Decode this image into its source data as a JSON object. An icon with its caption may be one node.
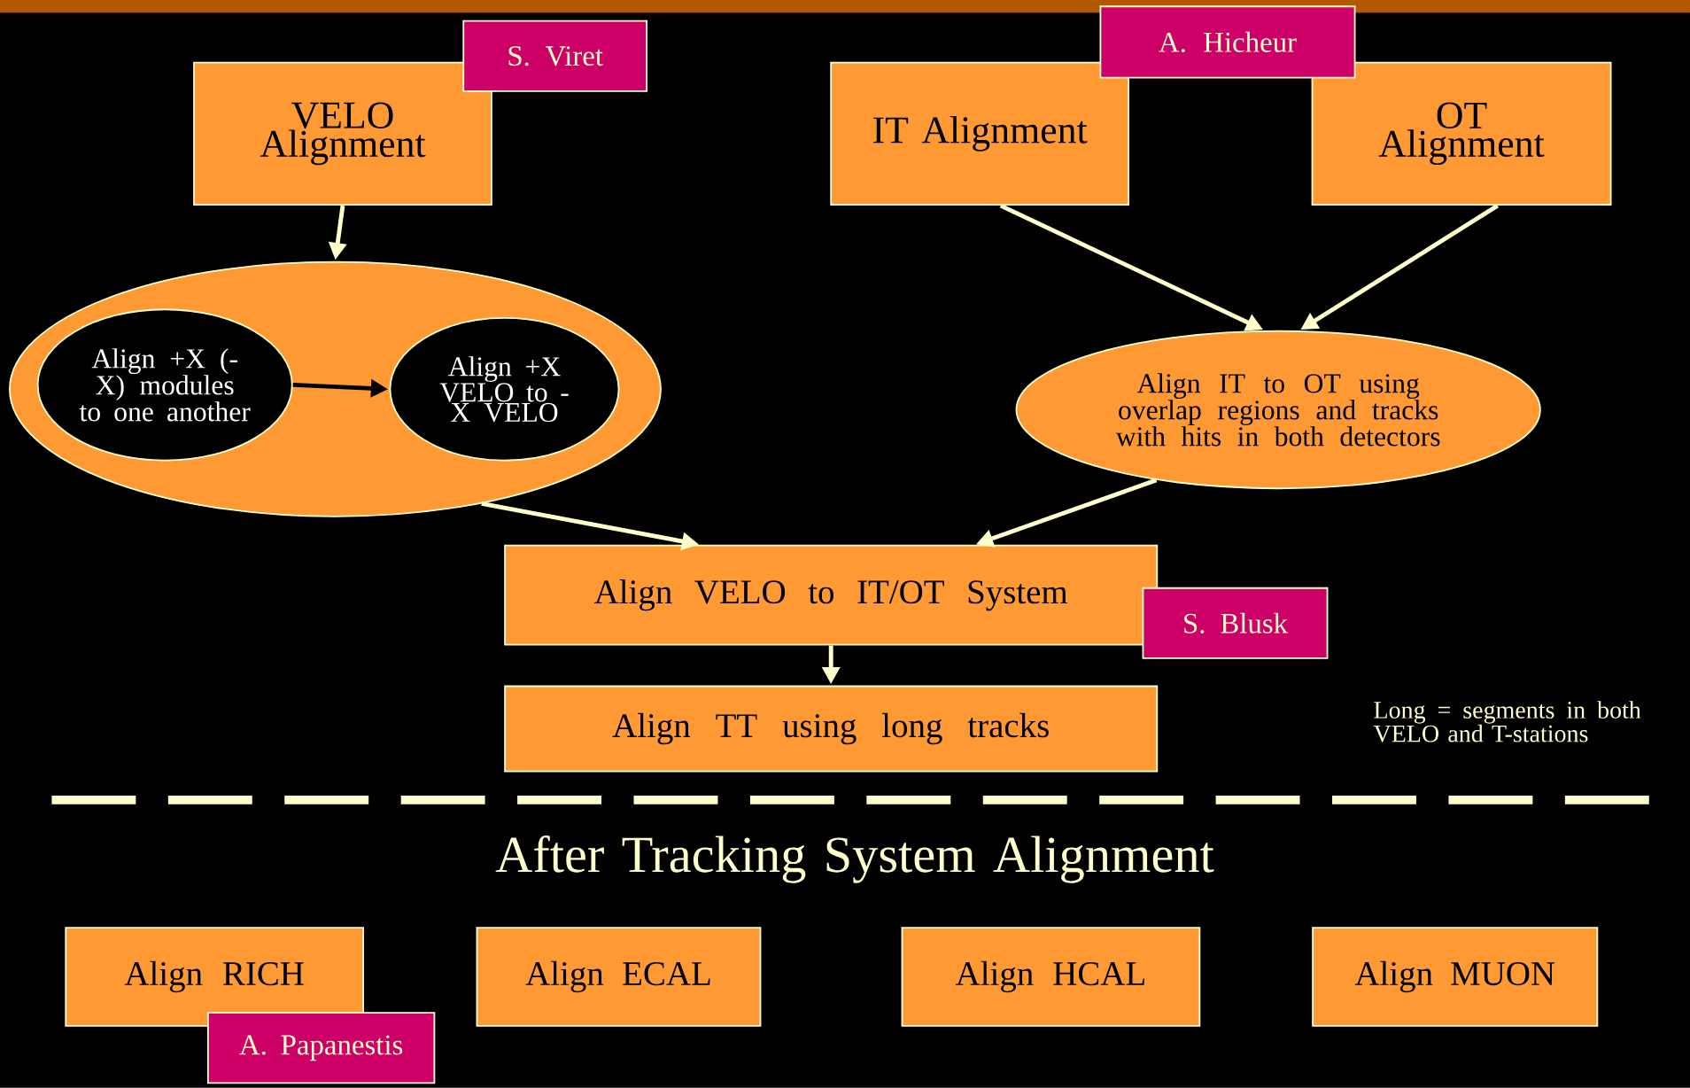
{
  "diagram": {
    "nodes": [
      {
        "text": [
          "VELO Alignment"
        ]
      },
      {
        "text": [
          "S. Viret"
        ]
      },
      {
        "text": [
          "IT Alignment"
        ]
      },
      {
        "text": [
          "A. Hicheur"
        ]
      },
      {
        "text": [
          "OT Alignment"
        ]
      },
      {
        "text": [],
        "shape": "ellipse"
      },
      {
        "text": [
          "Align +X (-X) modules to one another"
        ],
        "in": 5
      },
      {
        "text": [
          "Align +X VELO to -X VELO"
        ],
        "in": 5
      },
      {
        "text": [
          "Align IT to OT using overlap regions and tracks with hits in both detectors"
        ]
      },
      {
        "text": [
          "Align VELO to IT/OT System"
        ]
      },
      {
        "text": [
          "S. Blusk"
        ]
      },
      {
        "text": [
          "Align TT using long tracks"
        ]
      },
      {
        "text": [
          "Align RICH"
        ]
      },
      {
        "text": [
          "A. Papanestis"
        ]
      },
      {
        "text": [
          "Align ECAL"
        ]
      },
      {
        "text": [
          "Align HCAL"
        ]
      },
      {
        "text": [
          "Align MUON"
        ]
      }
    ],
    "edges": [
      {
        "from": 0,
        "to": 5,
        "arrow": "to"
      },
      {
        "from": 6,
        "to": 7,
        "arrow": "to",
        "color": "#000000"
      },
      {
        "from": 2,
        "to": 8,
        "arrow": "to"
      },
      {
        "from": 4,
        "to": 8,
        "arrow": "to"
      },
      {
        "from": 5,
        "to": 9,
        "arrow": "to"
      },
      {
        "from": 8,
        "to": 9,
        "arrow": "to"
      },
      {
        "from": 9,
        "to": 11,
        "arrow": "to"
      }
    ],
    "labels": [
      "Long = segments in both VELO and T-stations",
      "After Tracking System Alignment"
    ]
  }
}
